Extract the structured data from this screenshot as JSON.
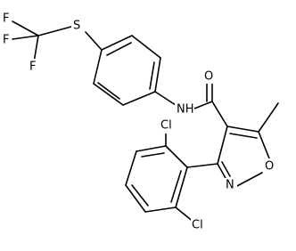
{
  "atoms": {
    "f1": "F",
    "f2": "F",
    "f3": "F",
    "s": "S",
    "nh": "NH",
    "o_carbonyl": "O",
    "n_ring": "N",
    "o_ring": "O",
    "cl_top": "Cl",
    "cl_bottom": "Cl"
  }
}
